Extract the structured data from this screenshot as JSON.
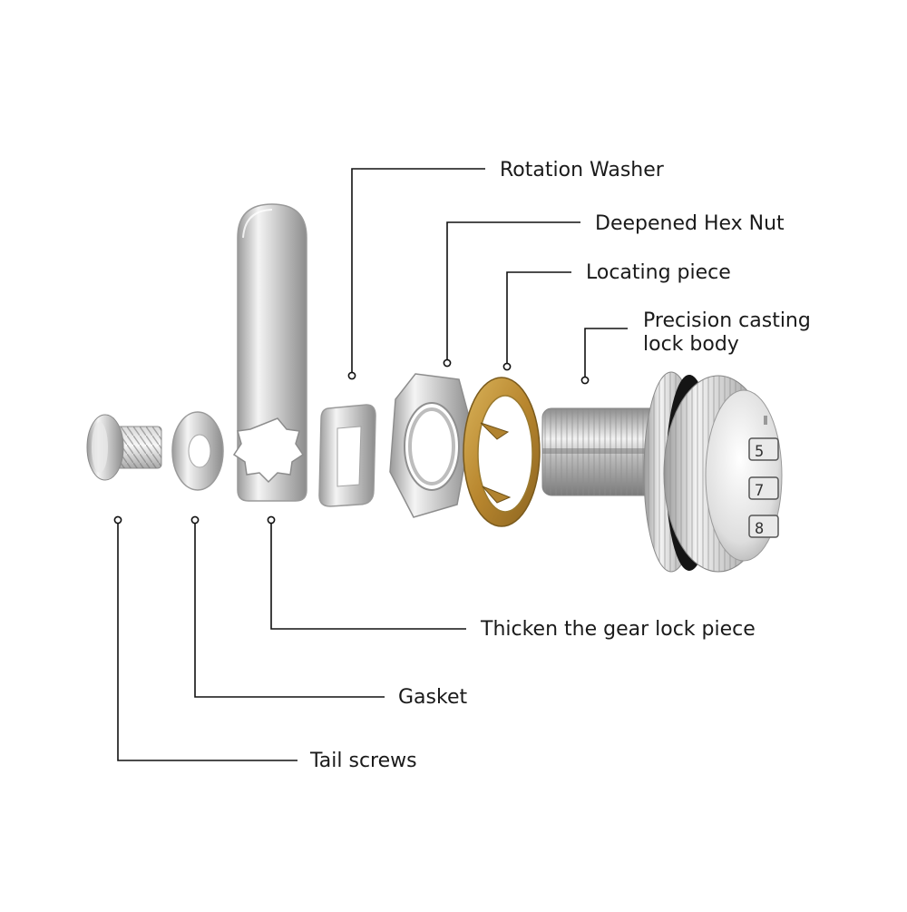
{
  "callouts": {
    "rotation_washer": "Rotation Washer",
    "hex_nut": "Deepened Hex Nut",
    "locating_piece": "Locating piece",
    "lock_body_line1": "Precision casting",
    "lock_body_line2": "lock body",
    "gear_lock_piece": "Thicken the gear lock piece",
    "gasket": "Gasket",
    "tail_screws": "Tail screws"
  },
  "dials": {
    "dial_1": "5",
    "dial_2": "7",
    "dial_3": "8"
  }
}
